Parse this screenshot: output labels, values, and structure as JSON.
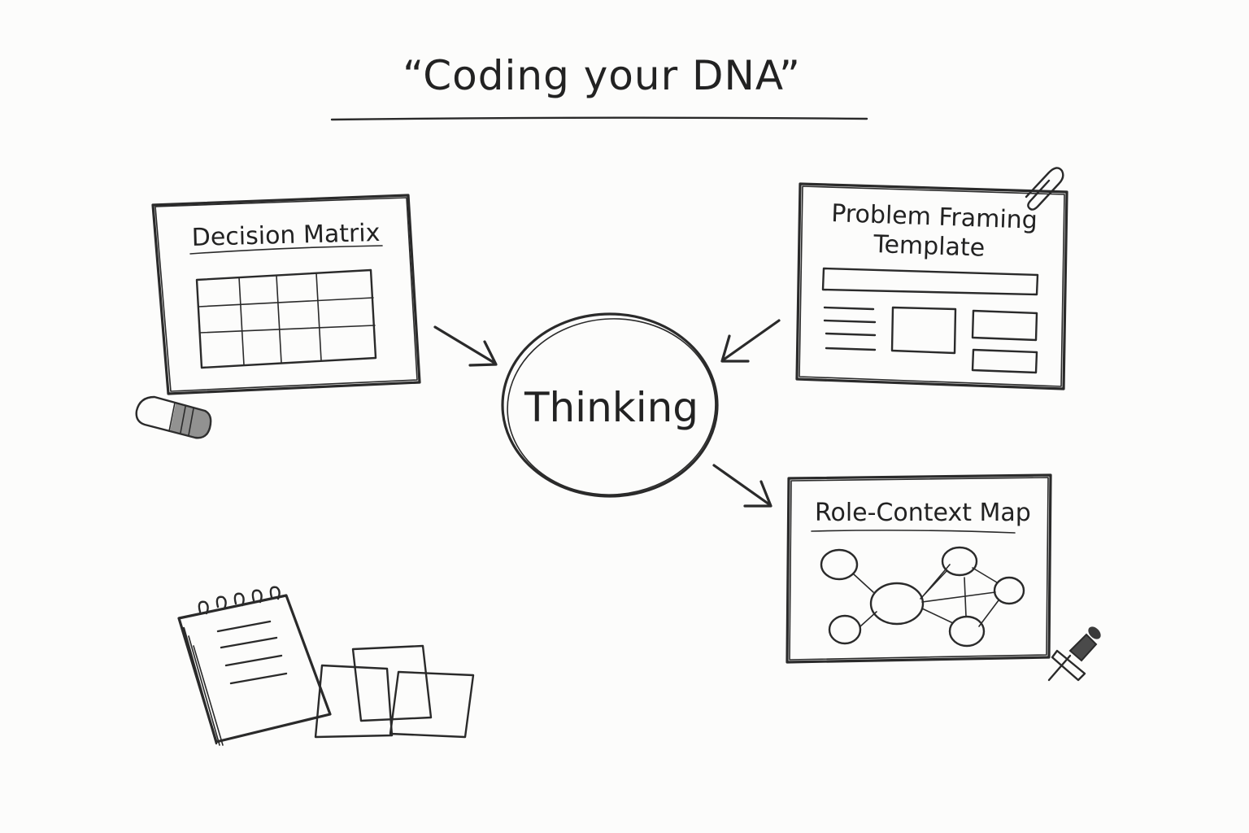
{
  "title": "“Coding your DNA”",
  "center": {
    "label": "Thinking"
  },
  "cards": {
    "decision_matrix": {
      "label": "Decision Matrix"
    },
    "problem_framing": {
      "label_line1": "Problem Framing",
      "label_line2": "Template"
    },
    "role_context": {
      "label": "Role-Context Map"
    }
  },
  "decorations": {
    "eraser": "eraser-icon",
    "paperclip": "paperclip-icon",
    "pushpin": "pushpin-icon",
    "notepad": "spiral-notepad-icon",
    "sticky_notes": "sticky-notes-icon"
  }
}
